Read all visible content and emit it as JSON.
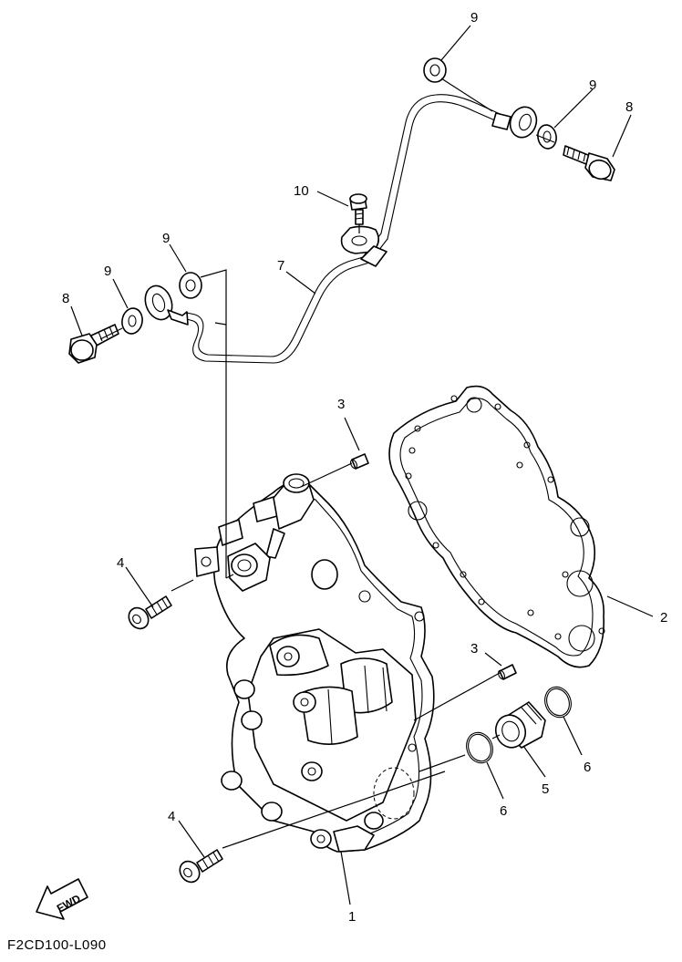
{
  "diagram": {
    "callouts": {
      "c1": "1",
      "c2": "2",
      "c3a": "3",
      "c3b": "3",
      "c4a": "4",
      "c4b": "4",
      "c5": "5",
      "c6a": "6",
      "c6b": "6",
      "c7": "7",
      "c8a": "8",
      "c8b": "8",
      "c9a": "9",
      "c9b": "9",
      "c9c": "9",
      "c9d": "9",
      "c10": "10"
    },
    "fwd_label": "FWD",
    "reference_code": "F2CD100-L090"
  }
}
